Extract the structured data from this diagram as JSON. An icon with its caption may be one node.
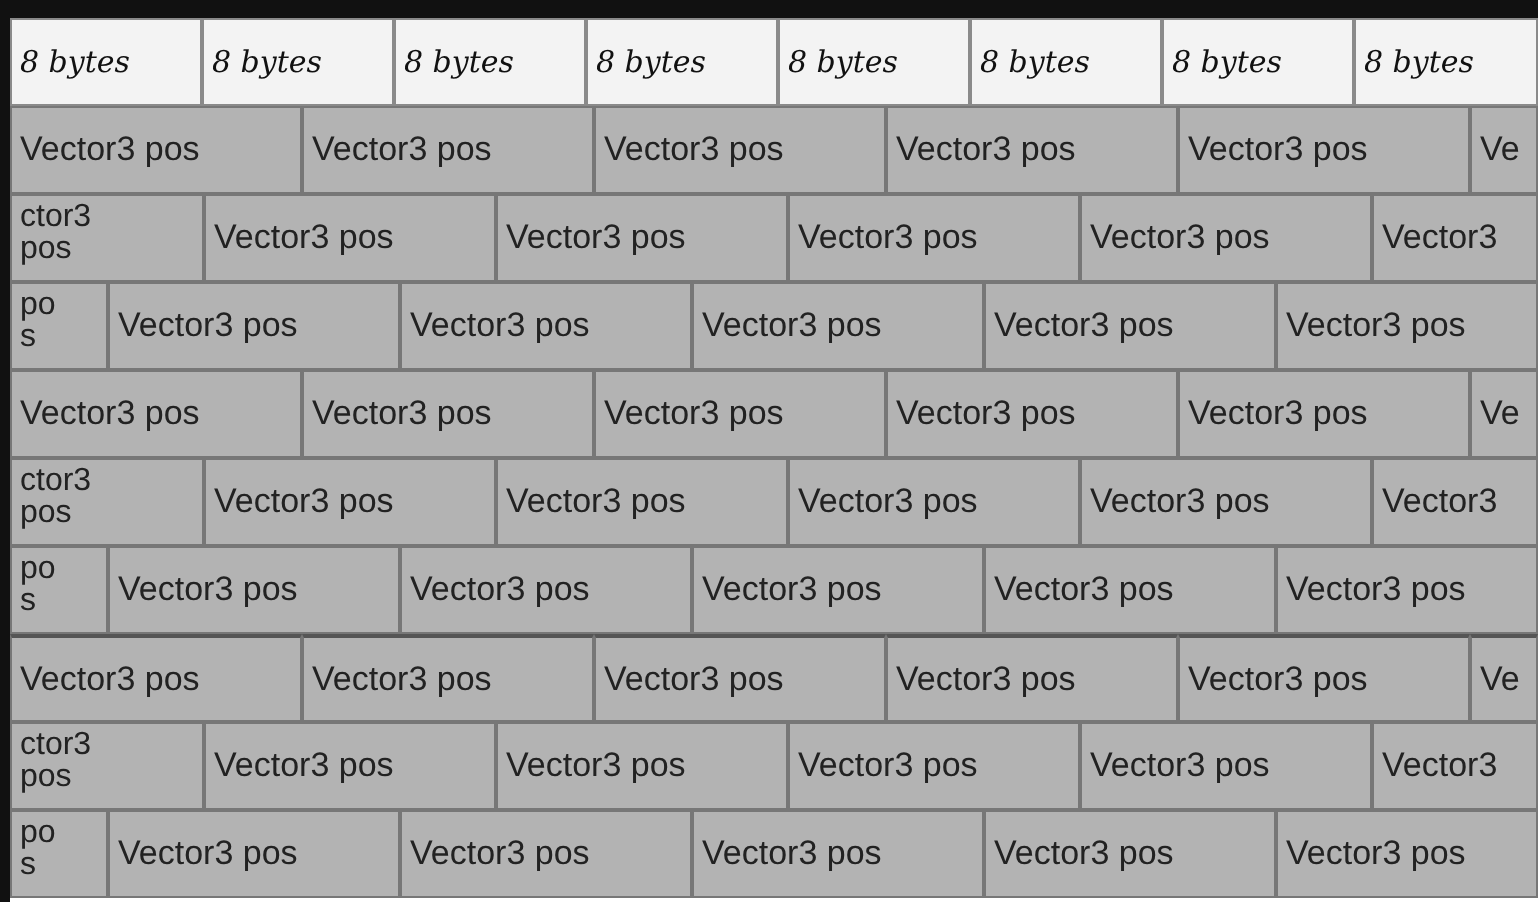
{
  "diagram": {
    "labels": [
      "8 bytes",
      "8 bytes",
      "8 bytes",
      "8 bytes",
      "8 bytes",
      "8 bytes",
      "8 bytes",
      "8 bytes",
      "Vector3 pos",
      "Vector3 pos",
      "Vector3 pos",
      "Vector3 pos",
      "Vector3 pos",
      "Ve",
      "ctor3 pos",
      "Vector3 pos",
      "Vector3 pos",
      "Vector3 pos",
      "Vector3 pos",
      "Vector3",
      "po s",
      "Vector3 pos",
      "Vector3 pos",
      "Vector3 pos",
      "Vector3 pos",
      "Vector3 pos",
      "Vector3 pos",
      "Vector3 pos",
      "Vector3 pos",
      "Vector3 pos",
      "Vector3 pos",
      "Ve",
      "ctor3 pos",
      "Vector3 pos",
      "Vector3 pos",
      "Vector3 pos",
      "Vector3 pos",
      "Vector3",
      "po s",
      "Vector3 pos",
      "Vector3 pos",
      "Vector3 pos",
      "Vector3 pos",
      "Vector3 pos",
      "Vector3 pos",
      "Vector3 pos",
      "Vector3 pos",
      "Vector3 pos",
      "Vector3 pos",
      "Ve",
      "ctor3 pos",
      "Vector3 pos",
      "Vector3 pos",
      "Vector3 pos",
      "Vector3 pos",
      "Vector3",
      "po s",
      "Vector3 pos",
      "Vector3 pos",
      "Vector3 pos",
      "Vector3 pos",
      "Vector3 pos"
    ]
  }
}
